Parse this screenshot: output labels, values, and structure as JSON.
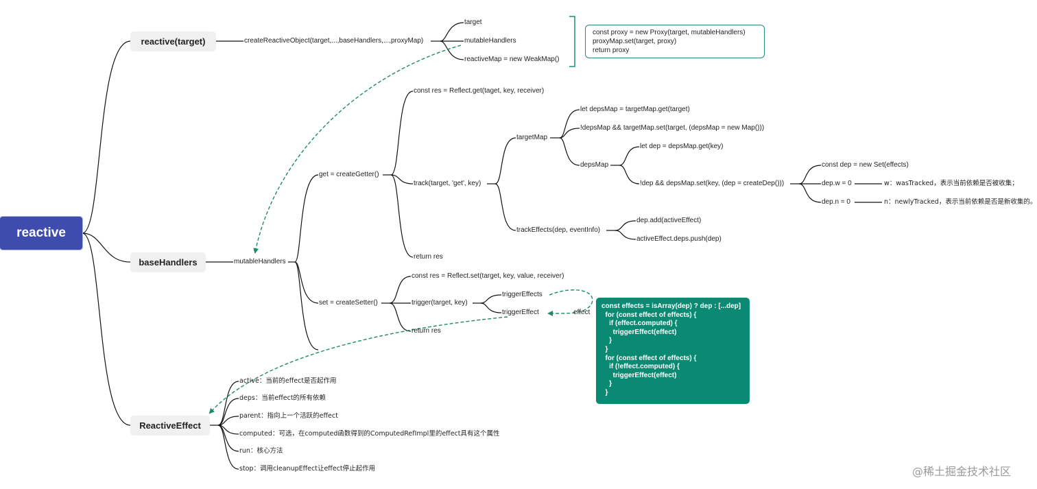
{
  "root": "reactive",
  "branches": {
    "reactive_target": "reactive(target)",
    "base_handlers": "baseHandlers",
    "reactive_effect": "ReactiveEffect"
  },
  "reactive_target": {
    "create": "createReactiveObject(target,...,baseHandlers,...,proxyMap)",
    "target": "target",
    "mutable": "mutableHandlers",
    "reactive_map": "reactiveMap = new WeakMap()",
    "code": [
      "const proxy = new Proxy(target, mutableHandlers)",
      "proxyMap.set(target, proxy)",
      "return proxy"
    ]
  },
  "base_handlers": {
    "mutable": "mutableHandlers",
    "get": "get = createGetter()",
    "get_res": "const res = Reflect.get(taget, key, receiver)",
    "track": "track(target, 'get', key)",
    "target_map": "targetMap",
    "let_deps_map": "let depsMap = targetMap.get(target)",
    "deps_map_set": "!depsMap && targetMap.set(target, (depsMap = new Map()))",
    "deps_map": "depsMap",
    "let_dep": "let dep = depsMap.get(key)",
    "dep_set": "!dep && depsMap.set(key, (dep = createDep()))",
    "const_dep": "const dep = new Set(effects)",
    "dep_w": "dep.w = 0",
    "dep_w_desc": "w：wasTracked，表示当前依赖是否被收集；",
    "dep_n": "dep.n = 0",
    "dep_n_desc": "n：newlyTracked，表示当前依赖是否是新收集的。",
    "track_effects": "trackEffects(dep, eventInfo)",
    "dep_add": "dep.add(activeEffect)",
    "deps_push": "activeEffect.deps.push(dep)",
    "get_return": "return res",
    "set": "set = createSetter()",
    "set_res": "const res = Reflect.set(target, key, value, receiver)",
    "trigger": "trigger(target, key)",
    "trigger_effects": "triggerEffects",
    "trigger_effect": "triggerEffect",
    "effect_label": "effect",
    "set_return": "return res",
    "code": [
      "const effects = isArray(dep) ? dep : [...dep]",
      "  for (const effect of effects) {",
      "    if (effect.computed) {",
      "      triggerEffect(effect)",
      "    }",
      "  }",
      "  for (const effect of effects) {",
      "    if (!effect.computed) {",
      "      triggerEffect(effect)",
      "    }",
      "  }"
    ]
  },
  "reactive_effect": {
    "active": "active：当前的effect是否起作用",
    "deps": "deps：当前effect的所有依赖",
    "parent": "parent：指向上一个活跃的effect",
    "computed": "computed：可选，在computed函数得到的ComputedRefImpl里的effect具有这个属性",
    "run": "run：核心方法",
    "stop": "stop：调用cleanupEffect让effect停止起作用"
  },
  "watermark": "@稀土掘金技术社区",
  "colors": {
    "root": "#3d4cad",
    "accent": "#0b8a73",
    "line": "#111111"
  }
}
